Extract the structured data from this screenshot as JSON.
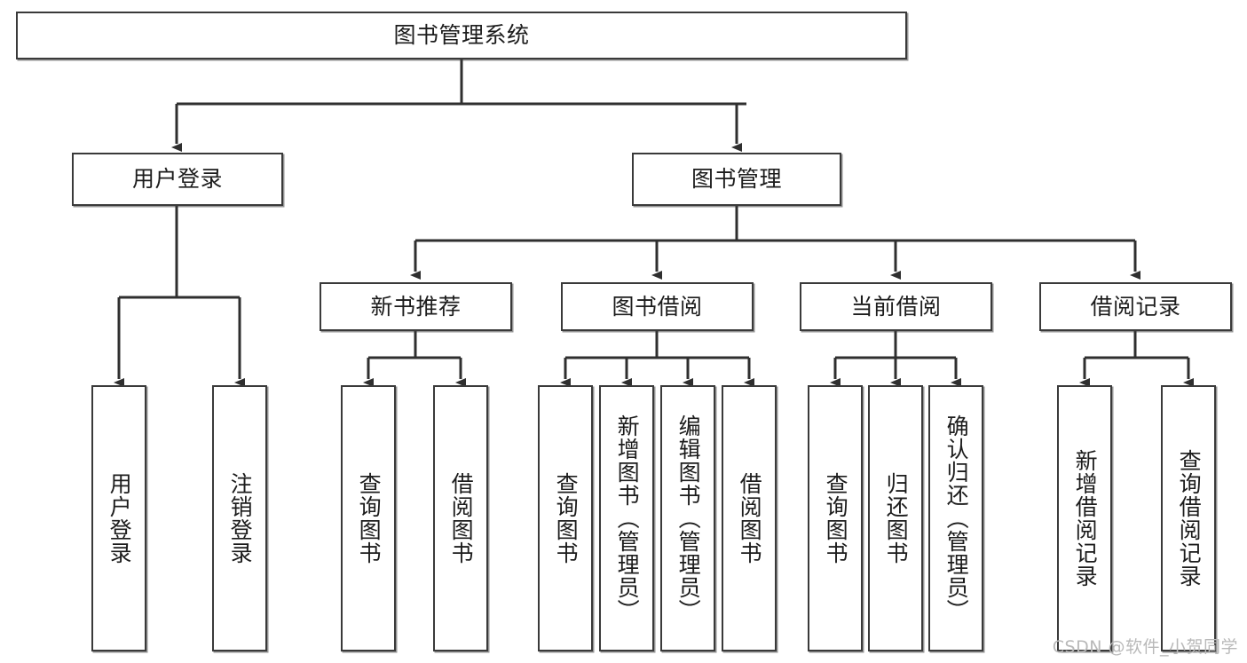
{
  "diagram": {
    "type": "tree-hierarchy-chart",
    "title_text": "图书管理系统",
    "root": {
      "id": "root",
      "label": "图书管理系统",
      "orientation": "horizontal"
    },
    "level2": [
      {
        "id": "user-login",
        "label": "用户登录",
        "orientation": "horizontal"
      },
      {
        "id": "book-management",
        "label": "图书管理",
        "orientation": "horizontal"
      }
    ],
    "level3": [
      {
        "id": "new-book-recommend",
        "label": "新书推荐",
        "orientation": "horizontal",
        "parent": "book-management"
      },
      {
        "id": "book-borrow",
        "label": "图书借阅",
        "orientation": "horizontal",
        "parent": "book-management"
      },
      {
        "id": "current-borrow",
        "label": "当前借阅",
        "orientation": "horizontal",
        "parent": "book-management"
      },
      {
        "id": "borrow-record",
        "label": "借阅记录",
        "orientation": "horizontal",
        "parent": "book-management"
      }
    ],
    "leaves": [
      {
        "id": "leaf-user-login",
        "label": "用户登录",
        "parent": "user-login"
      },
      {
        "id": "leaf-logout-login",
        "label": "注销登录",
        "parent": "user-login"
      },
      {
        "id": "leaf-query-book-1",
        "label": "查询图书",
        "parent": "new-book-recommend"
      },
      {
        "id": "leaf-borrow-book-1",
        "label": "借阅图书",
        "parent": "new-book-recommend"
      },
      {
        "id": "leaf-query-book-2",
        "label": "查询图书",
        "parent": "book-borrow"
      },
      {
        "id": "leaf-add-book-admin",
        "label": "新增图书（管理员）",
        "parent": "book-borrow"
      },
      {
        "id": "leaf-edit-book-admin",
        "label": "编辑图书（管理员）",
        "parent": "book-borrow"
      },
      {
        "id": "leaf-borrow-book-2",
        "label": "借阅图书",
        "parent": "book-borrow"
      },
      {
        "id": "leaf-query-book-3",
        "label": "查询图书",
        "parent": "current-borrow"
      },
      {
        "id": "leaf-return-book",
        "label": "归还图书",
        "parent": "current-borrow"
      },
      {
        "id": "leaf-confirm-return-admin",
        "label": "确认归还（管理员）",
        "parent": "current-borrow"
      },
      {
        "id": "leaf-add-borrow-record",
        "label": "新增借阅记录",
        "parent": "borrow-record"
      },
      {
        "id": "leaf-query-borrow-record",
        "label": "查询借阅记录",
        "parent": "borrow-record"
      }
    ],
    "colors": {
      "stroke": "#3a3a3a",
      "box_fill": "#ffffff",
      "text": "#1c1c1c",
      "background": "#ffffff",
      "watermark": "#b9b9b9"
    }
  },
  "watermark": {
    "text": "CSDN @软件_小贺同学"
  }
}
